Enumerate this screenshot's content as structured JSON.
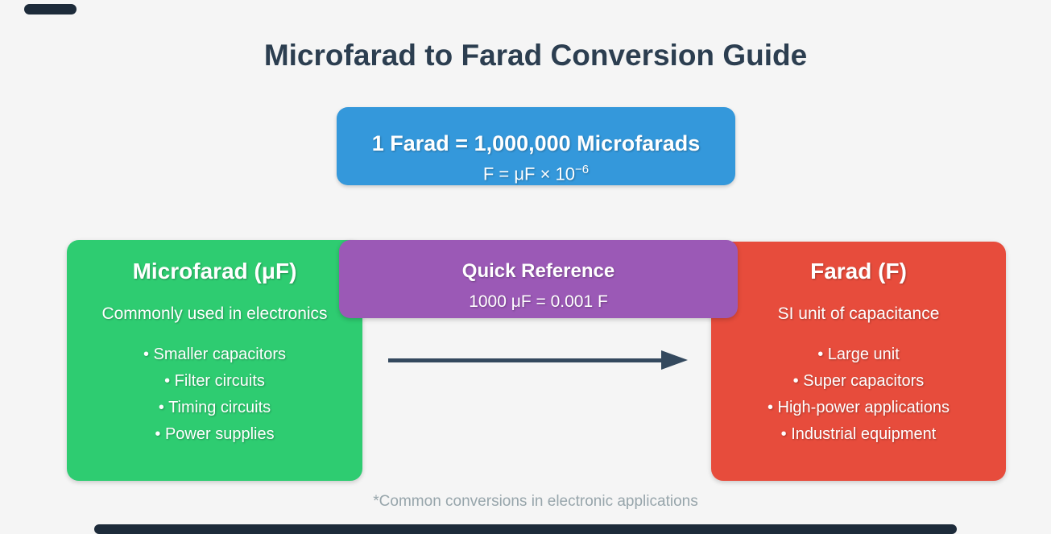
{
  "page": {
    "title": "Microfarad to Farad Conversion Guide",
    "footnote": "*Common conversions in electronic applications"
  },
  "formula_box": {
    "line1": "1 Farad = 1,000,000 Microfarads",
    "line2_base": "F = μF × 10",
    "line2_exponent": "−6",
    "color": "#3498db"
  },
  "microfarad_card": {
    "title": "Microfarad (μF)",
    "subtitle": "Commonly used in electronics",
    "bullets": [
      "• Smaller capacitors",
      "• Filter circuits",
      "• Timing circuits",
      "• Power supplies"
    ],
    "color": "#2ecc71"
  },
  "quick_reference_card": {
    "title": "Quick Reference",
    "conversion": "1000 μF = 0.001 F",
    "color": "#9b59b6"
  },
  "farad_card": {
    "title": "Farad (F)",
    "subtitle": "SI unit of capacitance",
    "bullets": [
      "• Large unit",
      "• Super capacitors",
      "• High-power applications",
      "• Industrial equipment"
    ],
    "color": "#e74c3c"
  },
  "colors": {
    "title_text": "#2c3e50",
    "arrow": "#34495e",
    "footnote_text": "#97a5ab",
    "background": "#f5f5f5",
    "dark_bar": "#1d2b3a",
    "card_text": "#ffffff"
  }
}
